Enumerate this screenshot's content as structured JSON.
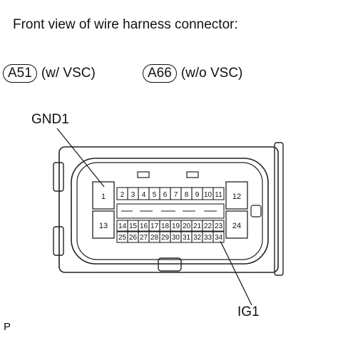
{
  "header": {
    "title": "Front view of wire harness connector:"
  },
  "variants": [
    {
      "code": "A51",
      "note": "(w/ VSC)"
    },
    {
      "code": "A66",
      "note": "(w/o VSC)"
    }
  ],
  "callouts": {
    "gnd": "GND1",
    "ig": "IG1"
  },
  "pins": {
    "top_row": [
      "2",
      "3",
      "4",
      "5",
      "6",
      "7",
      "8",
      "9",
      "10",
      "11"
    ],
    "mid_row": [
      "14",
      "15",
      "16",
      "17",
      "18",
      "19",
      "20",
      "21",
      "22",
      "23"
    ],
    "bottom_row": [
      "25",
      "26",
      "27",
      "28",
      "29",
      "30",
      "31",
      "32",
      "33",
      "34"
    ],
    "left_top": "1",
    "left_bottom": "13",
    "right_top": "12",
    "right_bottom": "24"
  },
  "footer": {
    "code": "P"
  }
}
